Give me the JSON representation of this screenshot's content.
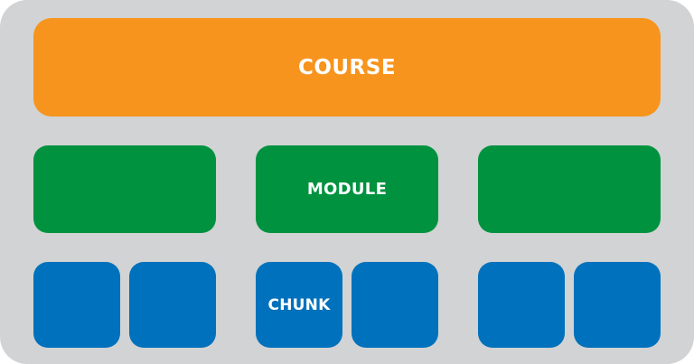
{
  "colors": {
    "background": "#d1d3d4",
    "course": "#f7941d",
    "module": "#00923f",
    "chunk": "#0071bc",
    "text": "#ffffff"
  },
  "course": {
    "label": "COURSE"
  },
  "modules": [
    {
      "label": ""
    },
    {
      "label": "MODULE"
    },
    {
      "label": ""
    }
  ],
  "chunks": [
    {
      "label": ""
    },
    {
      "label": ""
    },
    {
      "label": "CHUNK"
    },
    {
      "label": ""
    },
    {
      "label": ""
    },
    {
      "label": ""
    }
  ]
}
